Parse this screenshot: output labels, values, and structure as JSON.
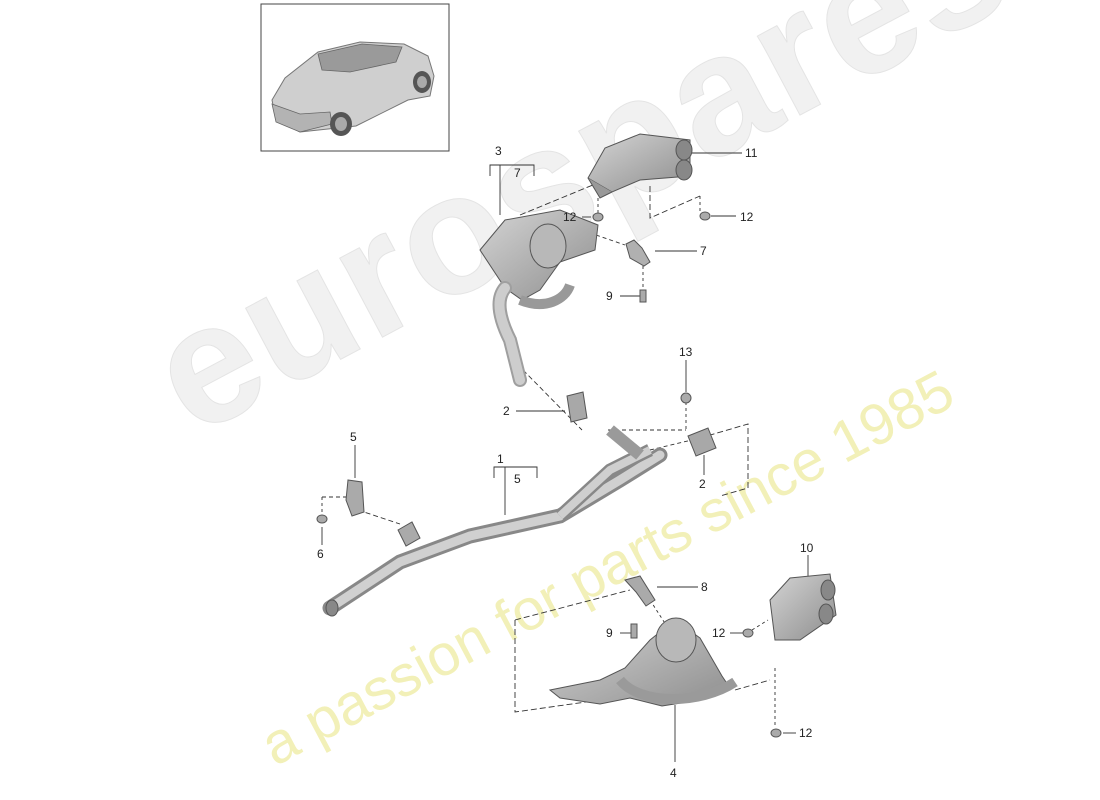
{
  "watermark": {
    "brand": "eurospares",
    "tagline": "a passion for parts since 1985"
  },
  "thumbnail": {
    "icon": "car-icon"
  },
  "callouts": [
    {
      "id": "c1",
      "label": "1"
    },
    {
      "id": "c2a",
      "label": "2"
    },
    {
      "id": "c2b",
      "label": "2"
    },
    {
      "id": "c3",
      "label": "3"
    },
    {
      "id": "c4",
      "label": "4"
    },
    {
      "id": "c5a",
      "label": "5"
    },
    {
      "id": "c5b",
      "label": "5"
    },
    {
      "id": "c6",
      "label": "6"
    },
    {
      "id": "c7a",
      "label": "7"
    },
    {
      "id": "c7b",
      "label": "7"
    },
    {
      "id": "c8",
      "label": "8"
    },
    {
      "id": "c9a",
      "label": "9"
    },
    {
      "id": "c9b",
      "label": "9"
    },
    {
      "id": "c10",
      "label": "10"
    },
    {
      "id": "c11",
      "label": "11"
    },
    {
      "id": "c12a",
      "label": "12"
    },
    {
      "id": "c12b",
      "label": "12"
    },
    {
      "id": "c12c",
      "label": "12"
    },
    {
      "id": "c12d",
      "label": "12"
    },
    {
      "id": "c13",
      "label": "13"
    }
  ],
  "colors": {
    "part_fill": "#b9b9b9",
    "part_stroke": "#555555",
    "leader": "#333333",
    "watermark_gray": "#eeeeee",
    "watermark_yellow": "#f2f0b8"
  }
}
